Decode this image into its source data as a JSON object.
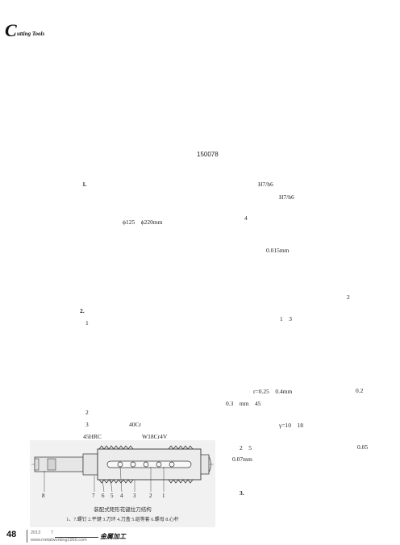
{
  "header": {
    "brand_initial": "C",
    "brand_rest": "utting Tools"
  },
  "meta": {
    "code": "150078"
  },
  "body": {
    "h1": "1.",
    "fit_a": "H7/h6",
    "fit_b": "H7/h6",
    "diameter": "ϕ125　ϕ220mm",
    "num_4": "4",
    "tol_a": "0.015mm",
    "num_2a": "2",
    "h2": "2.",
    "num_1a": "1",
    "range_13": "1　3",
    "rounding": "r=0.25　0.4mm",
    "val_02": "0.2",
    "val_range": "0.3　mm　45",
    "num_2b": "2",
    "num_3": "3",
    "mat_a": "40Cr",
    "hardness": "45HRC",
    "mat_b": "W18Cr4V",
    "gamma": "γ=10　18",
    "range_25": "2　5",
    "tol_b": "0.05",
    "tol_c": "0.07mm",
    "h3": "3."
  },
  "figure": {
    "labels": [
      "8",
      "7",
      "6",
      "5",
      "4",
      "3",
      "2",
      "1"
    ],
    "caption_title": "装配式矩形花键拉刀结构",
    "caption_parts": "1、7.螺钉  2.平键  3.刀环  4.刀盒  5.组等套  6.螺母  8.心杆"
  },
  "footer": {
    "page": "48",
    "year": "2013",
    "issue": "7",
    "website": "www.metalworking1950.com",
    "brand": "金属加工"
  }
}
